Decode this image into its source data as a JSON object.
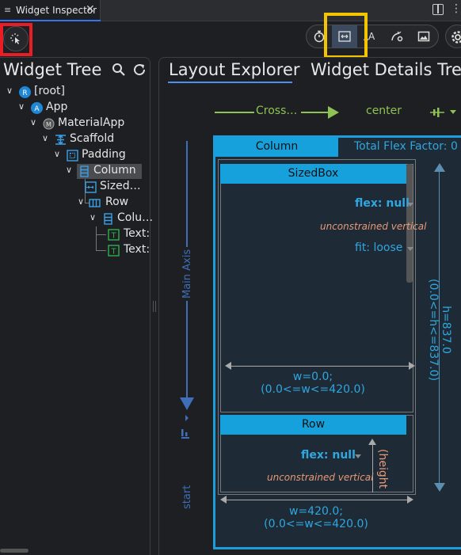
{
  "tabbar": {
    "tab_label": "Widget Inspector",
    "close_glyph": "✕"
  },
  "toolbar": {
    "icons": [
      "select-widget-mode-icon",
      "performance-stopwatch-icon",
      "layout-explorer-icon",
      "text-size-icon",
      "repaint-rainbow-icon",
      "image-icon",
      "gear-icon"
    ]
  },
  "tree": {
    "title": "Widget Tree",
    "nodes": [
      {
        "label": "[root]",
        "badge": "R"
      },
      {
        "label": "App",
        "badge": "A"
      },
      {
        "label": "MaterialApp",
        "badge": "M"
      },
      {
        "label": "Scaffold",
        "badge": ""
      },
      {
        "label": "Padding",
        "badge": ""
      },
      {
        "label": "Column",
        "badge": ""
      },
      {
        "label": "Sized…",
        "badge": ""
      },
      {
        "label": "Row",
        "badge": ""
      },
      {
        "label": "Colu…",
        "badge": ""
      },
      {
        "label": "Text:",
        "badge": "T"
      },
      {
        "label": "Text:",
        "badge": "T"
      }
    ],
    "selected": "Column"
  },
  "right": {
    "tabs": [
      "Layout Explorer",
      "Widget Details Tree"
    ],
    "active_tab": "Layout Explorer",
    "cross_axis_label": "Cross…",
    "cross_axis_alignment": "center",
    "main_axis_label": "Main Axis",
    "main_axis_alignment": "start"
  },
  "layout": {
    "column_label": "Column",
    "total_flex_factor": "Total Flex Factor: 0",
    "sizedbox": {
      "label": "SizedBox",
      "flex": "flex: null",
      "constraint_note": "unconstrained vertical",
      "fit": "fit: loose",
      "width_line1": "w=0.0;",
      "width_line2": "(0.0<=w<=420.0)"
    },
    "row": {
      "label": "Row",
      "flex": "flex: null",
      "constraint_note": "unconstrained vertical",
      "height_note": "(height"
    },
    "column_width_line1": "w=420.0;",
    "column_width_line2": "(0.0<=w<=420.0)",
    "column_height_line1": "h=837.0",
    "column_height_line2": "(0.0<=h<=837.0)"
  },
  "colors": {
    "accent_blue": "#16a1dd",
    "cross_axis_green": "#8fc255",
    "main_axis_blue": "#3e6fb8",
    "constraint_orange": "#e89976",
    "highlight_red": "#ea1c24",
    "highlight_yellow": "#f5c400"
  }
}
